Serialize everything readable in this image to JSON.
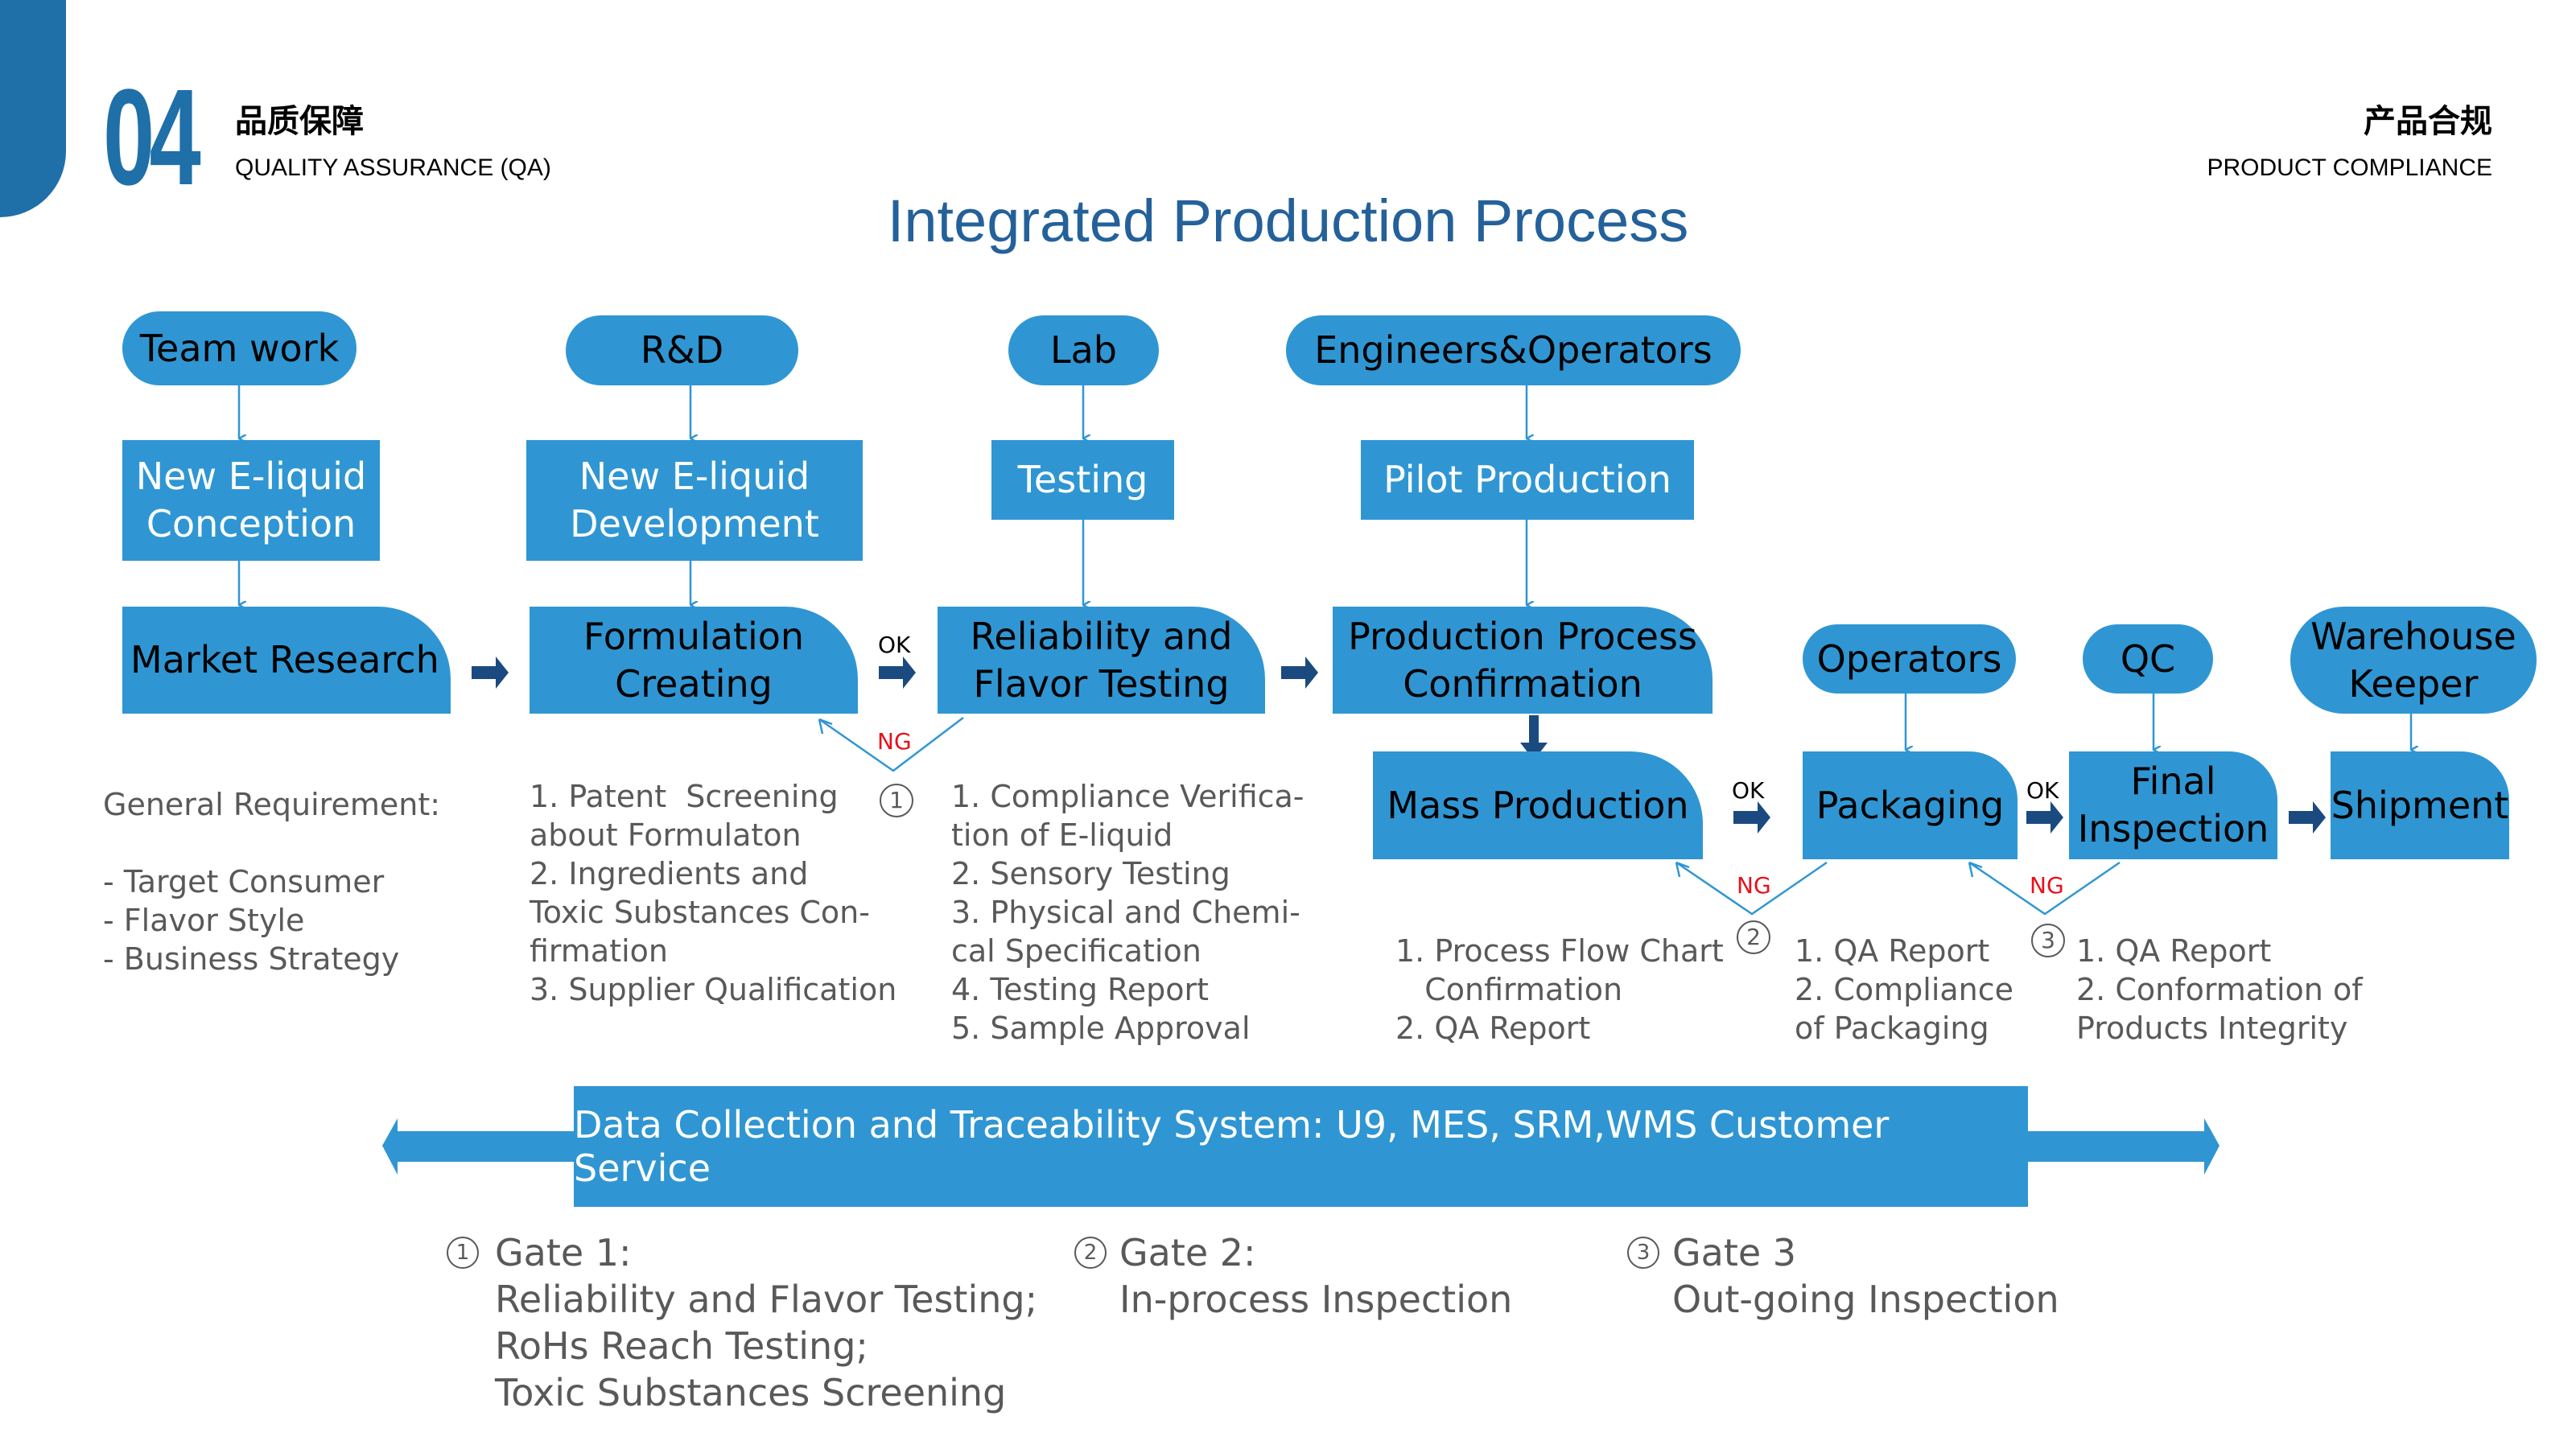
{
  "header": {
    "section_number": "04",
    "section_title_zh": "品质保障",
    "section_title_en": "QUALITY ASSURANCE (QA)",
    "right_title_zh": "产品合规",
    "right_title_en": "PRODUCT COMPLIANCE"
  },
  "title": "Integrated Production Process",
  "roles": {
    "team_work": "Team work",
    "rnd": "R&D",
    "lab": "Lab",
    "engineers": "Engineers&Operators",
    "operators": "Operators",
    "qc": "QC",
    "warehouse": "Warehouse\nKeeper"
  },
  "steps": {
    "conception": "New E-liquid\nConception",
    "development": "New E-liquid\nDevelopment",
    "testing": "Testing",
    "pilot": "Pilot Production",
    "market_research": "Market Research",
    "formulation": "Formulation\nCreating",
    "reliability": "Reliability and\nFlavor Testing",
    "ppc": "Production Process\nConfirmation",
    "mass_production": "Mass Production",
    "packaging": "Packaging",
    "final_inspection": "Final\nInspection",
    "shipment": "Shipment"
  },
  "flow_labels": {
    "ok": "OK",
    "ng": "NG",
    "gate1_marker": "1",
    "gate2_marker": "2",
    "gate3_marker": "3"
  },
  "notes": {
    "market": "General Requirement:\n\n- Target Consumer\n- Flavor Style\n- Business Strategy",
    "formulation": "1. Patent  Screening\nabout Formulaton\n2. Ingredients and\nToxic Substances Con-\nfirmation\n3. Supplier Qualification",
    "reliability": "1. Compliance Verifica-\ntion of E-liquid\n2. Sensory Testing\n3. Physical and Chemi-\ncal Specification\n4. Testing Report\n5. Sample Approval",
    "mass_production": "1. Process Flow Chart\n   Confirmation\n2. QA Report",
    "packaging": "1. QA Report\n2. Compliance\nof Packaging",
    "final_inspection": "1. QA Report\n2. Conformation of\nProducts Integrity"
  },
  "data_system": "Data Collection and Traceability System: U9, MES, SRM,WMS Customer Service",
  "gates": [
    {
      "marker": "1",
      "title": "Gate 1:",
      "body": "Reliability and Flavor Testing;\nRoHs Reach Testing;\nToxic Substances Screening"
    },
    {
      "marker": "2",
      "title": "Gate 2:",
      "body": "In-process Inspection"
    },
    {
      "marker": "3",
      "title": "Gate 3",
      "body": "Out-going Inspection"
    }
  ],
  "colors": {
    "node_blue": "#2f96d3",
    "brand_blue": "#1f6fa9",
    "title_blue": "#24619a",
    "arrow_dark": "#1b4a80",
    "ng_red": "#e8101b",
    "note_gray": "#595959"
  }
}
